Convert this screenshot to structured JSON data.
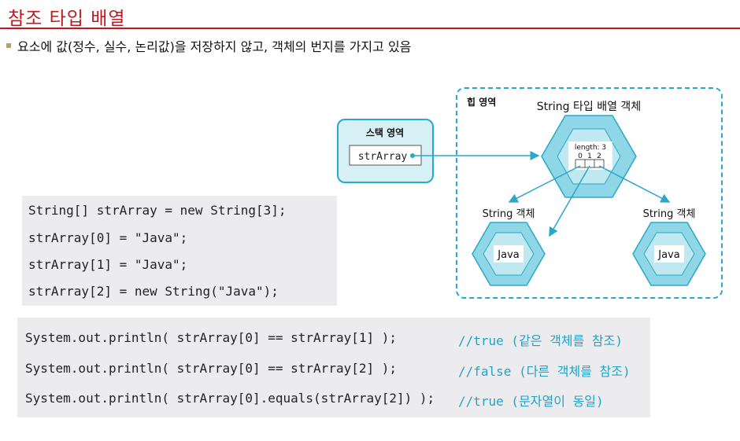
{
  "page": {
    "title": "참조 타입 배열",
    "bullet": "요소에 값(정수, 실수, 논리값)을 저장하지 않고, 객체의 번지를 가지고 있음"
  },
  "diagram": {
    "stack_label": "스택 영역",
    "variable": "strArray",
    "heap_label": "힙 영역",
    "array_object_label": "String 타입 배열 객체",
    "length_label": "length: 3",
    "indices": [
      "0",
      "1",
      "2"
    ],
    "string_object_label": "String 객체",
    "string_value": "Java",
    "colors": {
      "stack_fill": "#d6f0f6",
      "border": "#2aa8c9",
      "hex_fill": "#8fd6e6"
    }
  },
  "code_block_1": [
    "String[] strArray = new String[3];",
    "strArray[0] = \"Java\";",
    "strArray[1] = \"Java\";",
    "strArray[2] = new String(\"Java\");"
  ],
  "code_block_2": [
    {
      "code": "System.out.println( strArray[0] == strArray[1] );",
      "comment": "//true (같은 객체를 참조)"
    },
    {
      "code": "System.out.println( strArray[0] == strArray[2] );",
      "comment": "//false (다른 객체를 참조)"
    },
    {
      "code": "System.out.println( strArray[0].equals(strArray[2]) );",
      "comment": "//true (문자열이 동일)"
    }
  ]
}
